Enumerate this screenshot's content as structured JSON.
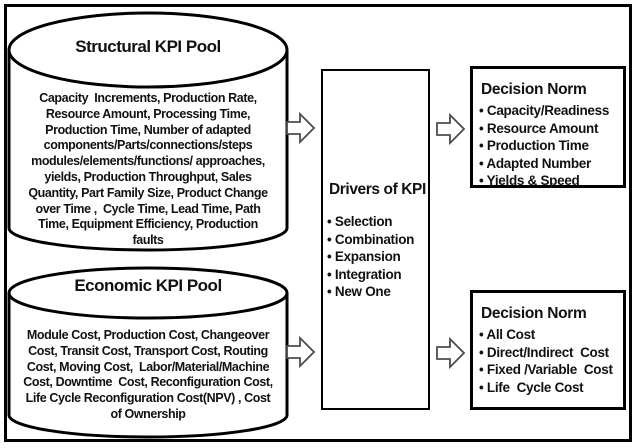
{
  "ui": {
    "bullet_char": "• "
  },
  "colors": {
    "line": "#000000",
    "arrow_outline": "#4d4d4d",
    "background": "#ffffff"
  },
  "pools": [
    {
      "title": "Structural KPI Pool",
      "lines": [
        "Capacity  Increments, Production Rate,",
        "Resource Amount, Processing Time,",
        "Production Time, Number of adapted",
        "components/Parts/connections/steps",
        "modules/elements/functions/ approaches,",
        "yields, Production Throughput, Sales",
        "Quantity, Part Family Size, Product Change",
        "over Time ,  Cycle Time, Lead Time, Path",
        "Time, Equipment Efficiency, Production",
        "faults"
      ]
    },
    {
      "title": "Economic KPI Pool",
      "lines": [
        "Module Cost, Production Cost, Changeover",
        "Cost, Transit Cost, Transport Cost, Routing",
        "Cost, Moving Cost,  Labor/Material/Machine",
        "Cost, Downtime  Cost, Reconfiguration Cost,",
        "Life Cycle Reconfiguration Cost(NPV) , Cost",
        "of Ownership"
      ]
    }
  ],
  "drivers": {
    "title": "Drivers of KPI",
    "items": [
      "Selection",
      "Combination",
      "Expansion",
      "Integration",
      "New One"
    ]
  },
  "decision_norms": [
    {
      "title": "Decision Norm",
      "items": [
        "Capacity/Readiness",
        "Resource Amount",
        "Production Time",
        "Adapted Number",
        "Yields & Speed"
      ]
    },
    {
      "title": "Decision Norm",
      "items": [
        "All Cost",
        "Direct/Indirect  Cost",
        "Fixed /Variable  Cost",
        "Life  Cycle Cost"
      ]
    }
  ]
}
